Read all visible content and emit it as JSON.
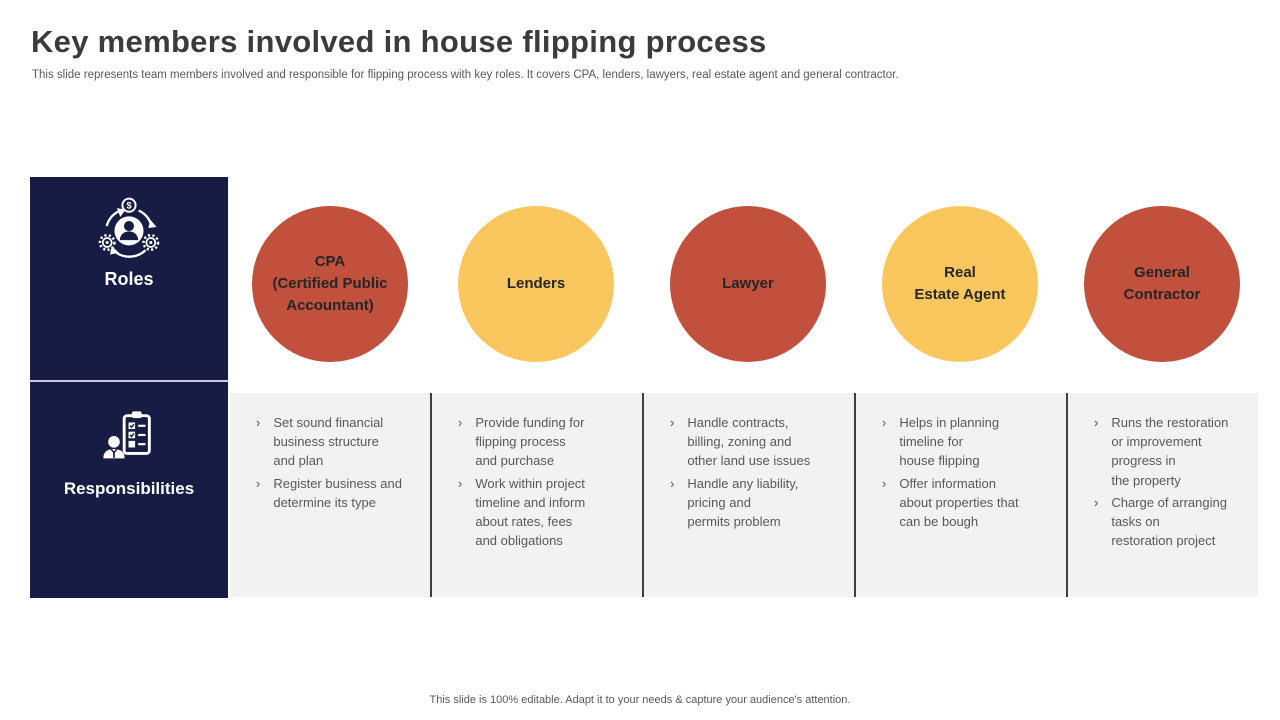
{
  "slide": {
    "title": "Key members involved in house flipping process",
    "subtitle": "This slide represents team members involved and responsible for flipping process with key roles. It covers CPA,  lenders, lawyers, real estate agent and general contractor.",
    "footer": "This slide is 100% editable. Adapt it to your needs & capture your audience's attention."
  },
  "row_headers": {
    "roles_label": "Roles",
    "responsibilities_label": "Responsibilities",
    "roles_icon": "person-cycle-dollar-gears-icon",
    "responsibilities_icon": "person-checklist-clipboard-icon"
  },
  "bullet_char": "›",
  "colors": {
    "navy": "#171c45",
    "red_circle": "#c1503c",
    "yellow_circle": "#fac75e",
    "gray_panel": "#f2f2f2",
    "divider": "#3f3f3f",
    "body_text": "#595959",
    "title_text": "#3b3b3b"
  },
  "columns": [
    {
      "role": "CPA\n(Certified Public\nAccountant)",
      "circle_color": "#c1503c",
      "responsibilities": [
        "Set sound financial\nbusiness structure\nand plan",
        "Register business and\ndetermine its type"
      ]
    },
    {
      "role": "Lenders",
      "circle_color": "#fac75e",
      "responsibilities": [
        "Provide funding for\nflipping process\nand purchase",
        "Work within project\ntimeline and inform\nabout rates, fees\nand obligations"
      ]
    },
    {
      "role": "Lawyer",
      "circle_color": "#c1503c",
      "responsibilities": [
        "Handle contracts,\nbilling, zoning and\nother land use issues",
        "Handle any liability,\npricing and\npermits problem"
      ]
    },
    {
      "role": "Real\nEstate Agent",
      "circle_color": "#fac75e",
      "responsibilities": [
        "Helps in planning\ntimeline for\nhouse flipping",
        "Offer information\nabout properties that\ncan be bough"
      ]
    },
    {
      "role": "General\nContractor",
      "circle_color": "#c1503c",
      "responsibilities": [
        "Runs the restoration\nor improvement\nprogress in\nthe property",
        "Charge of arranging\ntasks on\nrestoration project"
      ]
    }
  ]
}
